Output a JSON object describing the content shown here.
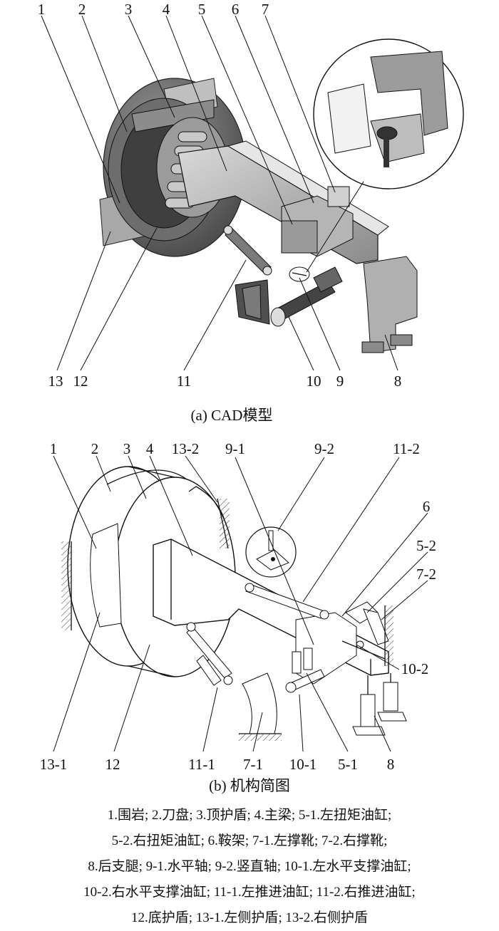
{
  "figure_a": {
    "caption": "(a) CAD模型",
    "labels_top": [
      "1",
      "2",
      "3",
      "4",
      "5",
      "6",
      "7"
    ],
    "labels_bottom": [
      "13",
      "12",
      "11",
      "10",
      "9",
      "8"
    ]
  },
  "figure_b": {
    "caption": "(b) 机构简图",
    "labels_top": [
      "1",
      "2",
      "3",
      "4",
      "13-2",
      "9-1",
      "9-2",
      "11-2"
    ],
    "labels_right": [
      "6",
      "5-2",
      "7-2",
      "10-2"
    ],
    "labels_bottom": [
      "13-1",
      "12",
      "11-1",
      "7-1",
      "10-1",
      "5-1",
      "8"
    ]
  },
  "legend": {
    "lines": [
      "1.围岩; 2.刀盘; 3.顶护盾; 4.主梁; 5-1.左扭矩油缸;",
      "5-2.右扭矩油缸; 6.鞍架; 7-1.左撑靴; 7-2.右撑靴;",
      "8.后支腿; 9-1.水平轴; 9-2.竖直轴; 10-1.左水平支撑油缸;",
      "10-2.右水平支撑油缸; 11-1.左推进油缸; 11-2.右推进油缸;",
      "12.底护盾; 13-1.左侧护盾; 13-2.右侧护盾"
    ]
  }
}
